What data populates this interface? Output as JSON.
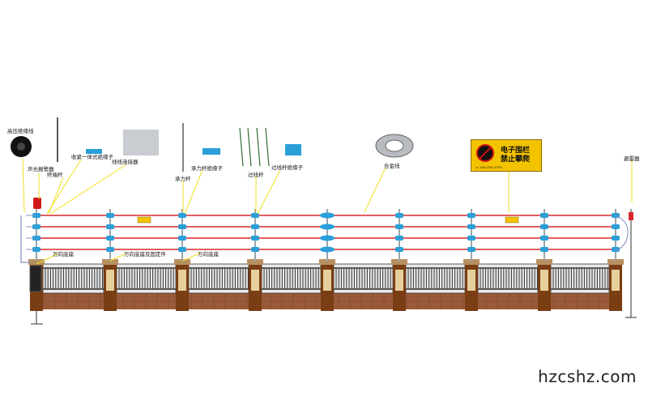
{
  "labels": {
    "hv_cable": "高压绝缘线",
    "alarm": "声光报警器",
    "terminal_pole": "终端杆",
    "integrated_insulator": "收紧一体式绝缘子",
    "wire_connector": "线线连接器",
    "load_pole": "承力杆",
    "load_pole_insulator": "承力杆绝缘子",
    "line_pole": "过线杆",
    "line_pole_insulator": "过线杆绝缘子",
    "alloy_wire": "合金线",
    "lightning_arrester": "避雷器",
    "base_1": "万向底座",
    "base_fixing": "万向底座及固定件",
    "base_2": "万向底座"
  },
  "sign": {
    "line1": "电子围栏",
    "line2": "禁止攀爬",
    "line3": "☏ 400-0351-5753"
  },
  "watermark": "hzcshz.com",
  "colors": {
    "wire": "#d8282a",
    "leader": "#f0e020",
    "pillar": "#7a3d14",
    "pillar_cap": "#b89060",
    "brick": "#9a5a3a",
    "rail": "#333333",
    "insulator": "#2a9fd8",
    "pole": "#9aa6ad",
    "sign": "#f3c300"
  }
}
